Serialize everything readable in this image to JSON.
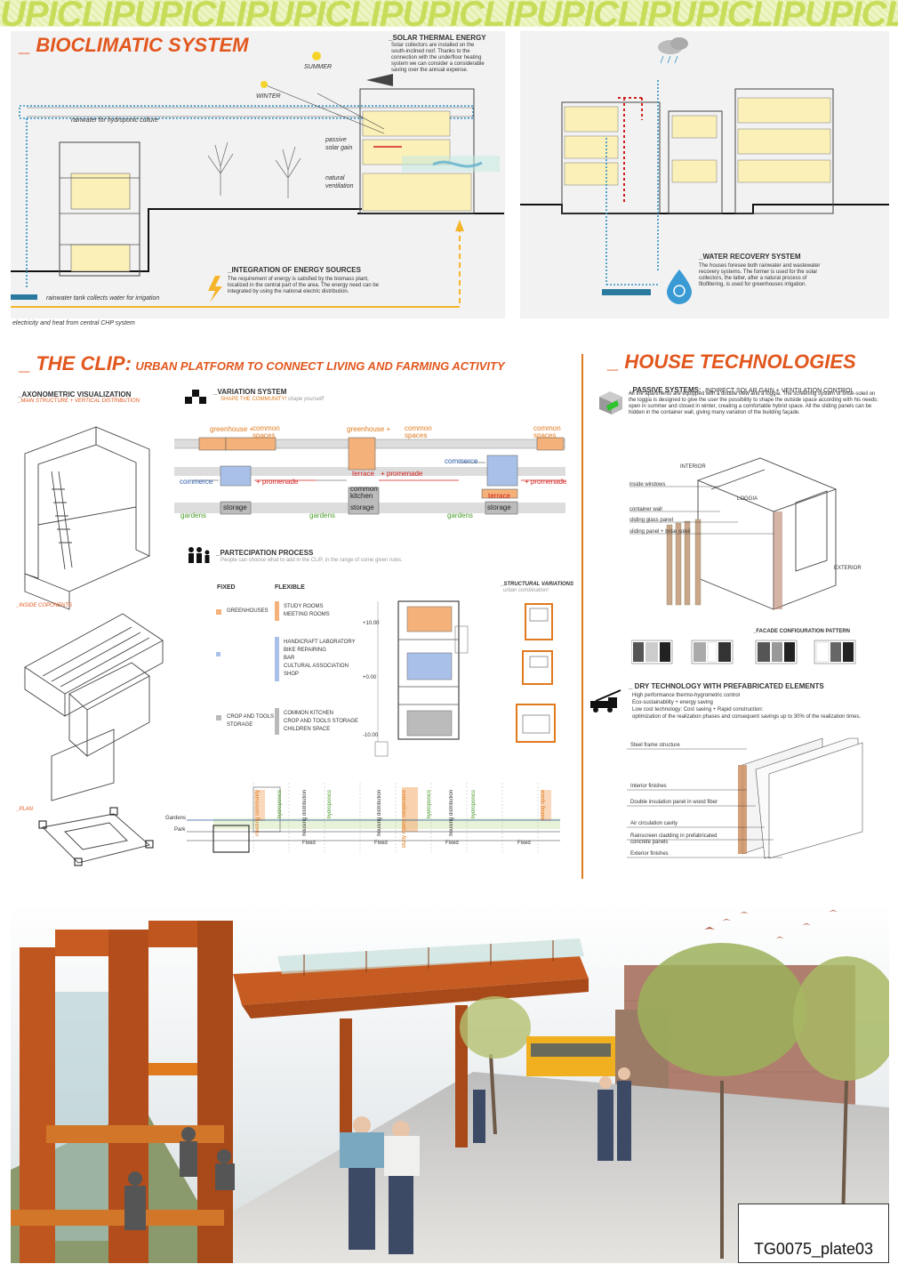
{
  "banner": {
    "text": "UPICLIPUPICLIPUPICLIPUPICLIPUPICLIPUPICLIPUPICLIPUPICLIPUPICLIP"
  },
  "bioclimatic": {
    "title": "_ BIOCLIMATIC SYSTEM",
    "summer": "SUMMER",
    "winter": "WINTER",
    "solar_heading": "_SOLAR THERMAL ENERGY",
    "solar_text": "Solar collectors are installed on the south-inclined roof. Thanks to the connection with the underfloor heating system we can consider a considerable saving over the annual expense.",
    "passive_solar_gain": "passive solar gain",
    "natural_ventilation": "natural ventilation",
    "rainwater_hydroponic": "rainwater for hydroponic culture",
    "integration_heading": "_INTEGRATION OF ENERGY SOURCES",
    "integration_text": "The requirement of energy is satisfied by the biomass plant, localized in the central part of the area. The energy need can be integrated by using the national electric distribution.",
    "rainwater_tank": "rainwater tank collects water for irrigation",
    "electricity_heat": "electricity and heat from central CHP system",
    "water_heading": "_WATER RECOVERY SYSTEM",
    "water_text": "The houses foresee both rainwater and wastewater recovery systems. The former is used for the solar collectors, the latter, after a natural process of fitofiltering, is used for greenhouses irrigation."
  },
  "clip": {
    "title_main": "_ THE CLIP:",
    "title_rest": "URBAN PLATFORM TO CONNECT LIVING AND  FARMING ACTIVITY",
    "axo_heading": "_AXONOMETRIC VISUALIZATION",
    "axo_sub": "_MAIN STRUCTURE + VERTICAL DISTRIBUTION",
    "inside_components": "_INSIDE COPONENTS",
    "plan": "_PLAN",
    "variation_heading": "_VARIATION SYSTEM",
    "variation_sub": "SHAPE THE COMMUNITY!",
    "variation_sub2": "shape yourself!",
    "greenhouse_plus": "greenhouse +",
    "common_spaces": "common spaces",
    "commerce": "commerce",
    "promenade": "+ promenade",
    "terrace": "terrace",
    "common_kitchen": "common kitchen",
    "storage": "storage",
    "gardens": "gardens",
    "participation_heading": "_PARTECIPATION PROCESS",
    "participation_sub": "People can choose what to add in the CLIP, in the range of some given rules.",
    "fixed": "FIXED",
    "flexible": "FLEXIBLE",
    "greenhouses": "GREENHOUSES",
    "flex_orange": [
      "STUDY ROOMS",
      "MEETING ROOMS"
    ],
    "flex_blue": [
      "HANDICRAFT LABORATORY",
      "BIKE REPAIRING",
      "BAR",
      "CULTURAL ASSOCIATION",
      "SHOP"
    ],
    "crop_storage": [
      "CROP AND TOOLS",
      "STORAGE"
    ],
    "flex_grey": [
      "COMMON KITCHEN",
      "CROP AND TOOLS STORAGE",
      "CHILDREN SPACE"
    ],
    "level_top": "+10.00",
    "level_mid": "+0.00",
    "level_bottom": "-10.00",
    "structural_heading": "_STRUCTURAL VARIATIONS",
    "structural_sub": "urban combination!",
    "strip_gardens": "Gardens",
    "strip_park": "Park",
    "strip_fixed": "Fixed",
    "strip_labels": [
      "meeting community",
      "hydroponics",
      "housing distribution",
      "hydroponics",
      "housing distribution",
      "study rooms cooperative",
      "hydroponics",
      "housing distribution",
      "hydroponics",
      "eating space"
    ]
  },
  "house": {
    "title": "_ HOUSE TECHNOLOGIES",
    "passive_heading": "_PASSIVE SYSTEMS:",
    "passive_heading_rest": "INDIRECT SOLAR GAIN + VENTILATION CONTROL",
    "passive_text": "All the apartments are equipped with a double view and a loggia. The screening system of brise-soleil on the loggia is designed to give the user the possibility to shape the outside space according with his needs: open in summer and closed in winter, creating a comfortable hybrid space. All the sliding panels can be hidden in the container wall, giving many variation of the building façade.",
    "interior": "INTERIOR",
    "inside_windows": "inside windows",
    "loggia": "LOGGIA",
    "container_wall": "container wall",
    "sliding_glass": "sliding glass panel",
    "sliding_panel": "sliding panel + brise soleil",
    "exterior": "EXTERIOR",
    "facade_heading": "_FACADE CONFIGURATION PATTERN",
    "dry_heading": "_ DRY TECHNOLOGY WITH PREFABRICATED ELEMENTS",
    "dry_lines": [
      "High performance thermo-hygrometric control",
      "Eco-sustainability + energy saving",
      "Low cost technology: Cost saving + Rapid construction:",
      "optimization of the realization phases and consequent savings up to 30% of the realization times."
    ],
    "steel_frame": "Steel frame structure",
    "interior_finishes": "Interior finishes",
    "double_insulation": "Double insulation panel in wood fiber",
    "air_cavity": "Air circulation cavity",
    "rainscreen": "Rainscreen cladding in prefabricated concrete panels",
    "exterior_finishes": "Exterior finishes"
  },
  "plate_code": "TG0075_plate03",
  "colors": {
    "accent": "#e2571e",
    "banner": "#c7dd5a",
    "orange_block": "#f4b27a",
    "blue_block": "#a9c1e8",
    "grey_block": "#b9b9b9",
    "blue_line": "#2f8fc4",
    "yellow_line": "#f5b52a"
  }
}
